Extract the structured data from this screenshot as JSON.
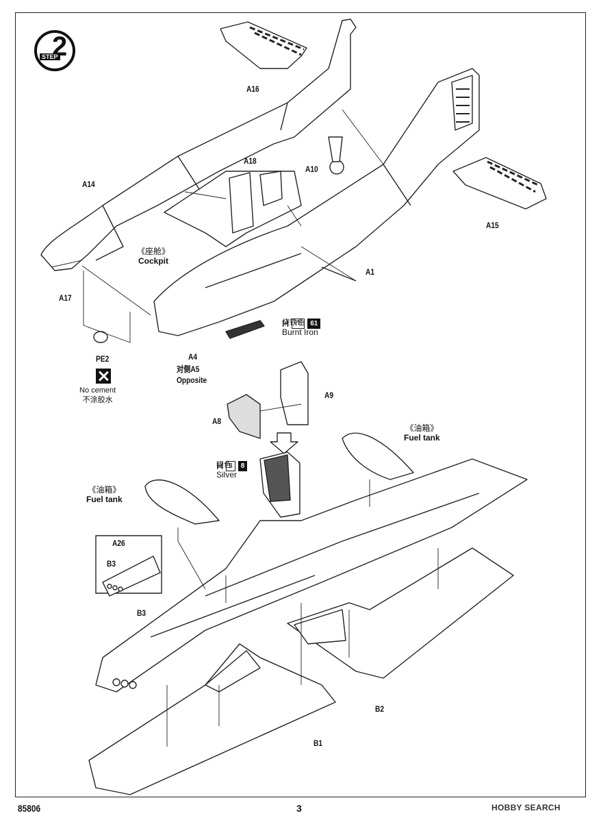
{
  "step": {
    "number": "2",
    "word": "STEP"
  },
  "parts": {
    "A16": "A16",
    "A14": "A14",
    "A18": "A18",
    "A10": "A10",
    "A15": "A15",
    "A1": "A1",
    "A17": "A17",
    "PE2": "PE2",
    "A4": "A4",
    "A5": "对侧A5",
    "opposite": "Opposite",
    "A8": "A8",
    "A9": "A9",
    "A26": "A26",
    "B3_inset": "B3",
    "B3": "B3",
    "B2": "B2",
    "B1": "B1"
  },
  "annotations": {
    "cockpit_cn": "《座舱》",
    "cockpit_en": "Cockpit",
    "fueltank_cn_right": "《油箱》",
    "fueltank_en_right": "Fuel tank",
    "fueltank_cn_left": "《油箱》",
    "fueltank_en_left": "Fuel tank",
    "nocement_en": "No cement",
    "nocement_cn": "不涂胶水"
  },
  "paints": [
    {
      "letter": "H",
      "code_a": "76",
      "code_b": "61",
      "name_cn": "烧铁色",
      "name_en": "Burnt Iron"
    },
    {
      "letter": "H",
      "code_a": "8",
      "code_b": "8",
      "name_cn": "银色",
      "name_en": "Silver"
    }
  ],
  "footer": {
    "kit_number": "85806",
    "page": "3",
    "watermark": "HOBBY SEARCH"
  },
  "colors": {
    "line": "#222222",
    "fill": "#ffffff",
    "accent": "#111111"
  }
}
